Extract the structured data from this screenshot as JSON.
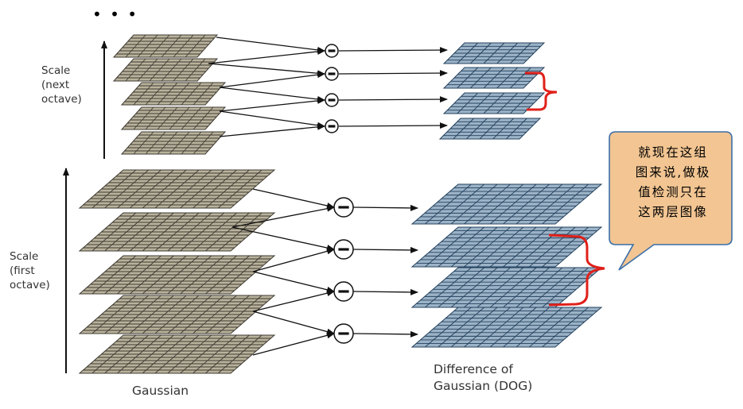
{
  "dots": "• • •",
  "labels": {
    "scale_next": "Scale\n(next\noctave)",
    "scale_first": "Scale\n(first\noctave)",
    "gaussian": "Gaussian",
    "dog": "Difference of\nGaussian (DOG)"
  },
  "callout": {
    "text": "就现在这组\n图来说,做极\n值检测只在\n这两层图像"
  },
  "op_symbol": "minus-circle",
  "colors": {
    "gaussian_fill": "#b9b29c",
    "gaussian_grid": "#3e3a32",
    "dog_fill": "#9cb3c7",
    "dog_grid": "#23415d",
    "arrow": "#111111",
    "brace": "#e0201a",
    "callout_fill": "#f2c592",
    "callout_stroke": "#3b6fa8"
  }
}
